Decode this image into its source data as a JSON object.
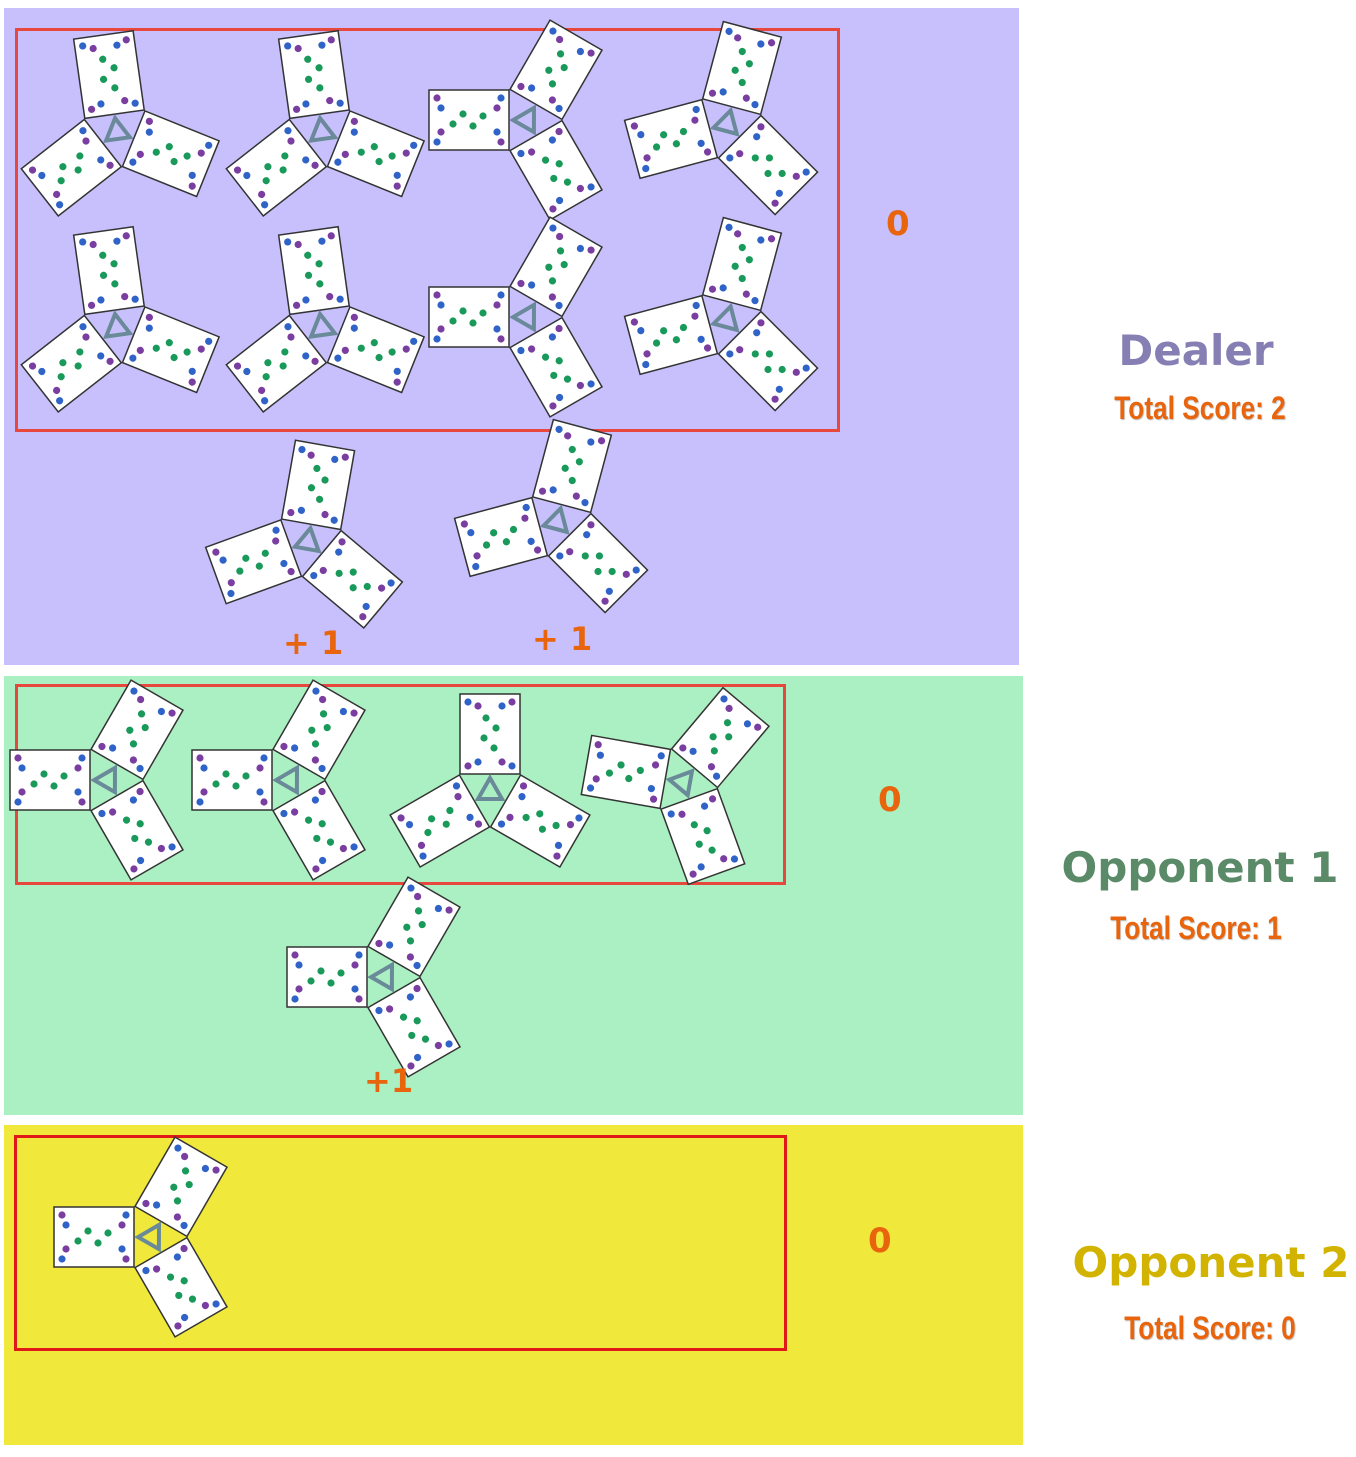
{
  "colors": {
    "dealer_bg": "#c7c0fc",
    "opponent1_bg": "#aaf0c2",
    "opponent2_bg": "#f0e83a",
    "group_border": "#e8473e",
    "score_text": "#e8650e",
    "dealer_name": "#857fb4",
    "opponent1_name": "#5a8a68",
    "opponent2_name": "#d2b400",
    "card_blue": "#2f63c8",
    "card_purple": "#7a3da0",
    "card_green": "#1a9a5a"
  },
  "players": [
    {
      "key": "dealer",
      "name": "Dealer",
      "total_label": "Total Score: 2",
      "row_score": "0",
      "grouped_fans": 8,
      "bonuses": [
        "+ 1",
        "+ 1"
      ]
    },
    {
      "key": "opponent1",
      "name": "Opponent 1",
      "total_label": "Total Score: 1",
      "row_score": "0",
      "grouped_fans": 4,
      "bonuses": [
        "+1"
      ]
    },
    {
      "key": "opponent2",
      "name": "Opponent 2",
      "total_label": "Total Score: 0",
      "row_score": "0",
      "grouped_fans": 1,
      "bonuses": []
    }
  ]
}
